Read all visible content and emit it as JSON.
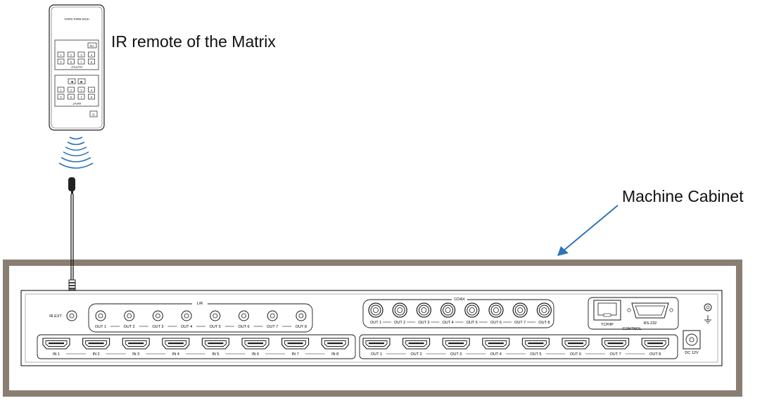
{
  "labels": {
    "remote": "IR remote of the Matrix",
    "cabinet": "Machine Cabinet"
  },
  "remote": {
    "header_text": "HDMI Matrix Switch",
    "output_caption": "OUTPUT",
    "input_caption": "INPUT",
    "top_key": "ALL",
    "output_keys": [
      "1",
      "2",
      "3",
      "4",
      "5",
      "6",
      "7",
      "8"
    ],
    "input_keys": [
      "1",
      "2",
      "3",
      "4",
      "5",
      "6",
      "7",
      "8"
    ],
    "arrow_keys": [
      "◀",
      "▶"
    ],
    "power_key": "⏻"
  },
  "panel": {
    "ir_ext": "IR EXT",
    "ir_group": "L/R",
    "ir_outputs": [
      "OUT 1",
      "OUT 2",
      "OUT 3",
      "OUT 4",
      "OUT 5",
      "OUT 6",
      "OUT 7",
      "OUT 8"
    ],
    "coax_group": "COAX",
    "coax_outputs": [
      "OUT 1",
      "OUT 2",
      "OUT 3",
      "OUT 4",
      "OUT 5",
      "OUT 6",
      "OUT 7",
      "OUT 8"
    ],
    "hdmi_inputs": [
      "IN 1",
      "IN 2",
      "IN 3",
      "IN 4",
      "IN 5",
      "IN 6",
      "IN 7",
      "IN 8"
    ],
    "hdmi_outputs": [
      "OUT 1",
      "OUT 2",
      "OUT 3",
      "OUT 4",
      "OUT 5",
      "OUT 6",
      "OUT 7",
      "OUT 8"
    ],
    "tcpip": "TCP/IP",
    "rs232": "RS-232",
    "control": "CONTROL",
    "dc": "DC 12V"
  },
  "colors": {
    "cabinet": "#8a7e72",
    "arrow": "#2e74b5",
    "line": "#1a1a1a"
  }
}
